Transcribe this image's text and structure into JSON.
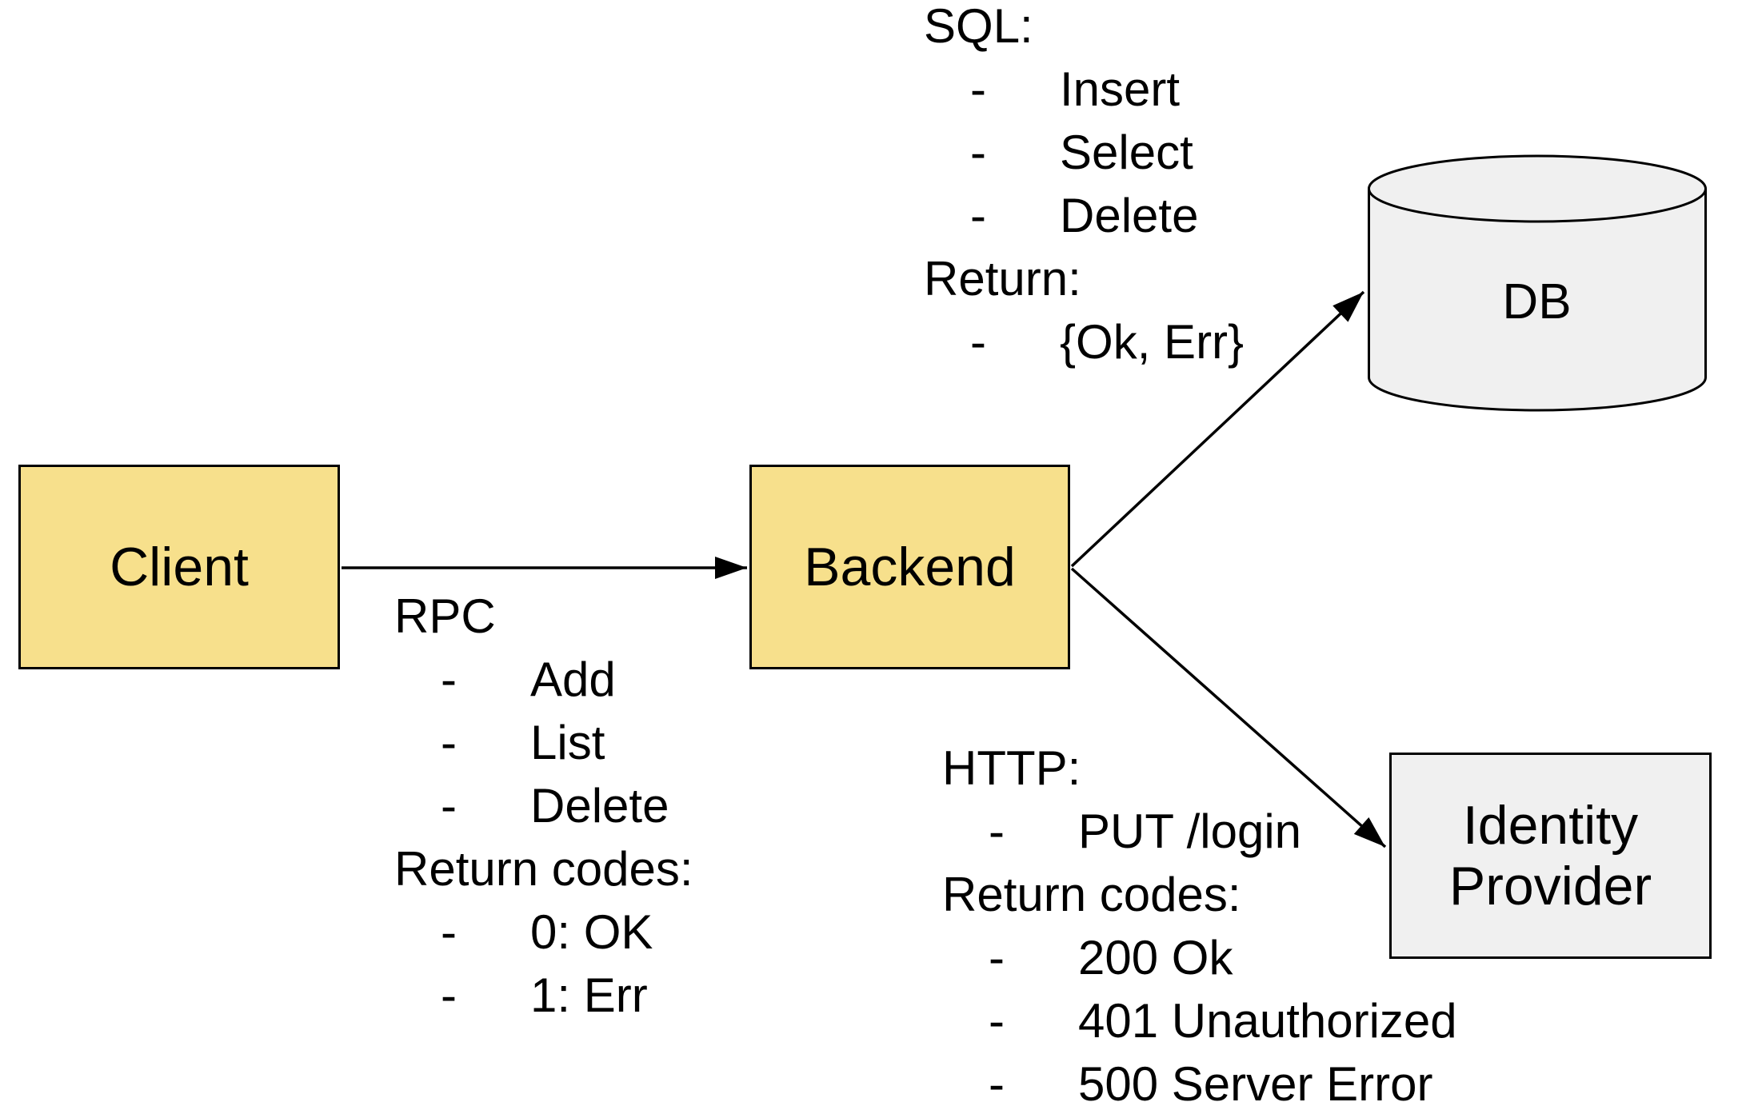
{
  "colors": {
    "node_fill_yellow": "#f7e08c",
    "node_fill_gray": "#f0f0f0",
    "stroke_color": "#000000",
    "text_color": "#000000",
    "bg_color": "#ffffff"
  },
  "glyphs": {
    "bullet_dash": "-"
  },
  "nodes": {
    "client": {
      "label": "Client"
    },
    "backend": {
      "label": "Backend"
    },
    "db": {
      "label": "DB"
    },
    "identity_provider": {
      "line1": "Identity",
      "line2": "Provider"
    }
  },
  "blocks": {
    "sql": {
      "lines": [
        {
          "text": "SQL:",
          "bullet": false
        },
        {
          "text": "Insert",
          "bullet": true
        },
        {
          "text": "Select",
          "bullet": true
        },
        {
          "text": "Delete",
          "bullet": true
        },
        {
          "text": "Return:",
          "bullet": false
        },
        {
          "text": "{Ok, Err}",
          "bullet": true
        }
      ]
    },
    "rpc": {
      "lines": [
        {
          "text": "RPC",
          "bullet": false
        },
        {
          "text": "Add",
          "bullet": true
        },
        {
          "text": "List",
          "bullet": true
        },
        {
          "text": "Delete",
          "bullet": true
        },
        {
          "text": "Return codes:",
          "bullet": false
        },
        {
          "text": "0: OK",
          "bullet": true
        },
        {
          "text": "1: Err",
          "bullet": true
        }
      ]
    },
    "http": {
      "lines": [
        {
          "text": "HTTP:",
          "bullet": false
        },
        {
          "text": "PUT /login",
          "bullet": true
        },
        {
          "text": "Return codes:",
          "bullet": false
        },
        {
          "text": "200 Ok",
          "bullet": true
        },
        {
          "text": "401 Unauthorized",
          "bullet": true
        },
        {
          "text": "500 Server Error",
          "bullet": true
        }
      ]
    }
  }
}
